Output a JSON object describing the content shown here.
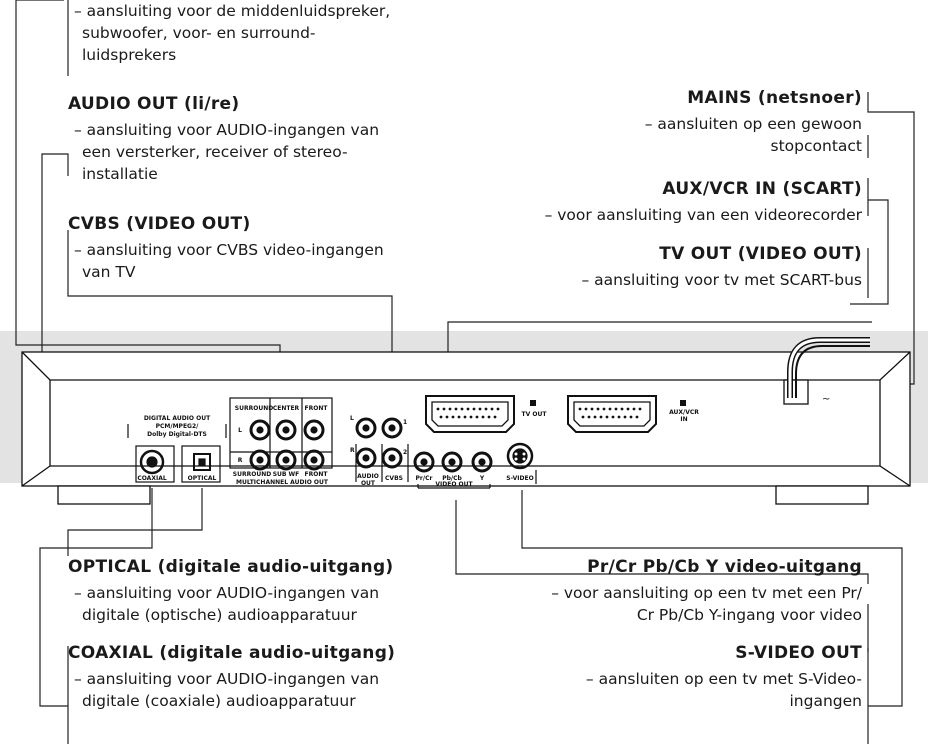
{
  "callouts": {
    "speakers": {
      "title": "",
      "desc": [
        "– aansluiting voor de middenluidspreker,",
        "subwoofer, voor- en surround-",
        "luidsprekers"
      ]
    },
    "audio_out": {
      "title": "AUDIO OUT (li/re)",
      "desc": [
        "– aansluiting voor AUDIO-ingangen van",
        "een versterker, receiver of stereo-",
        "installatie"
      ]
    },
    "cvbs": {
      "title": "CVBS (VIDEO OUT)",
      "desc": [
        "– aansluiting voor CVBS video-ingangen",
        "van TV"
      ]
    },
    "mains": {
      "title": "MAINS (netsnoer)",
      "desc": [
        "– aansluiten op een gewoon",
        "stopcontact"
      ]
    },
    "aux_vcr": {
      "title": "AUX/VCR IN (SCART)",
      "desc": [
        "– voor aansluiting van een videorecorder"
      ]
    },
    "tv_out": {
      "title": "TV OUT (VIDEO OUT)",
      "desc": [
        "– aansluiting voor tv met SCART-bus"
      ]
    },
    "optical": {
      "title": "OPTICAL (digitale audio-uitgang)",
      "desc": [
        "– aansluiting voor AUDIO-ingangen van",
        "digitale (optische) audioapparatuur"
      ]
    },
    "coaxial": {
      "title": "COAXIAL (digitale audio-uitgang)",
      "desc": [
        "– aansluiting voor AUDIO-ingangen van",
        "digitale (coaxiale) audioapparatuur"
      ]
    },
    "component": {
      "title": "Pr/Cr Pb/Cb Y video-uitgang",
      "desc": [
        "– voor aansluiting op een tv met een Pr/",
        "Cr Pb/Cb Y-ingang voor video"
      ]
    },
    "svideo": {
      "title": "S-VIDEO OUT",
      "desc": [
        "– aansluiten op een tv met S-Video-",
        "ingangen"
      ]
    }
  },
  "panel": {
    "digital_header": [
      "DIGITAL AUDIO OUT",
      "PCM/MPEG2/",
      "Dolby Digital-DTS"
    ],
    "coaxial": "COAXIAL",
    "optical": "OPTICAL",
    "surround": "SURROUND",
    "center": "CENTER",
    "front": "FRONT",
    "sub_wf": "SUB WF",
    "multichannel": "MULTICHANNEL AUDIO OUT",
    "left": "L",
    "right": "R",
    "audio_out": [
      "AUDIO",
      "OUT"
    ],
    "cvbs": "CVBS",
    "num1": "1",
    "num2": "2",
    "pr_cr": "Pr/Cr",
    "pb_cb": "Pb/Cb",
    "y": "Y",
    "video_out": "VIDEO OUT",
    "s_video": "S-VIDEO",
    "tv_out": "TV OUT",
    "aux_vcr": [
      "AUX/VCR",
      "IN"
    ],
    "mains_symbol": "~"
  }
}
